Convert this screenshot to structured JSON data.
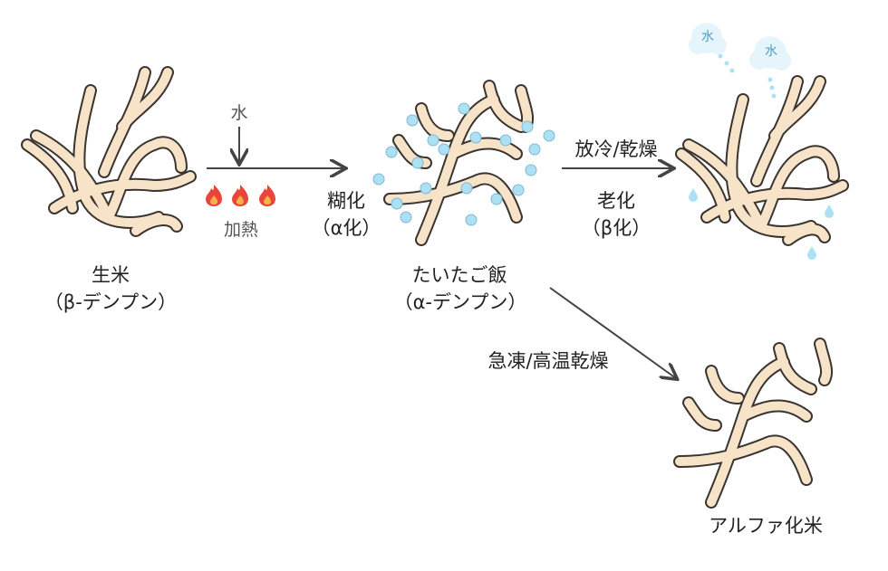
{
  "labels": {
    "raw_rice": "生米",
    "raw_rice_sub": "（β-デンプン）",
    "water_top": "水",
    "heating": "加熱",
    "gelatinization": "糊化",
    "gelatinization_sub": "（α化）",
    "cooked_rice": "たいたご飯",
    "cooked_rice_sub": "（α-デンプン）",
    "cooling": "放冷/乾燥",
    "retrogradation": "老化",
    "retrogradation_sub": "（β化）",
    "freeze": "急凍/高温乾燥",
    "alpha_rice": "アルファ化米",
    "drop_1": "水",
    "drop_2": "水"
  },
  "colors": {
    "strand_fill": "#f7e3c8",
    "strand_outline": "#3a3430",
    "water_dot": "#aee0f4",
    "arrow": "#444444",
    "flame": "#e8463a"
  }
}
